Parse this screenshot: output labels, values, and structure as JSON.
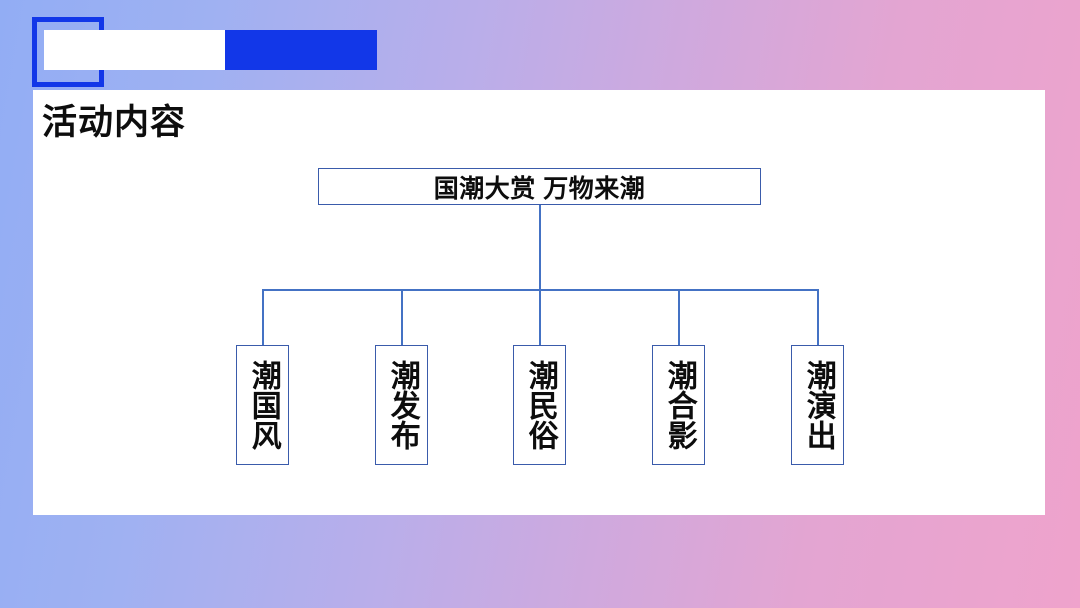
{
  "slide": {
    "background_left_color": "#92adf4",
    "background_right_color": "#efa3cc",
    "accent_color": "#1237e8",
    "line_color": "#4472c4",
    "box_border_color": "#3a5bab",
    "panel_color": "#ffffff"
  },
  "header": {
    "decoration": {
      "outline_square": "blue-outlined-square",
      "white_bar": "white-bar",
      "blue_bar": "blue-bar"
    }
  },
  "panel": {
    "title": "活动内容"
  },
  "chart_data": {
    "type": "diagram",
    "layout": "org-chart",
    "root": {
      "label": "国潮大赏 万物来潮"
    },
    "children": [
      {
        "label": "潮国风"
      },
      {
        "label": "潮发布"
      },
      {
        "label": "潮民俗"
      },
      {
        "label": "潮合影"
      },
      {
        "label": "潮演出"
      }
    ]
  }
}
